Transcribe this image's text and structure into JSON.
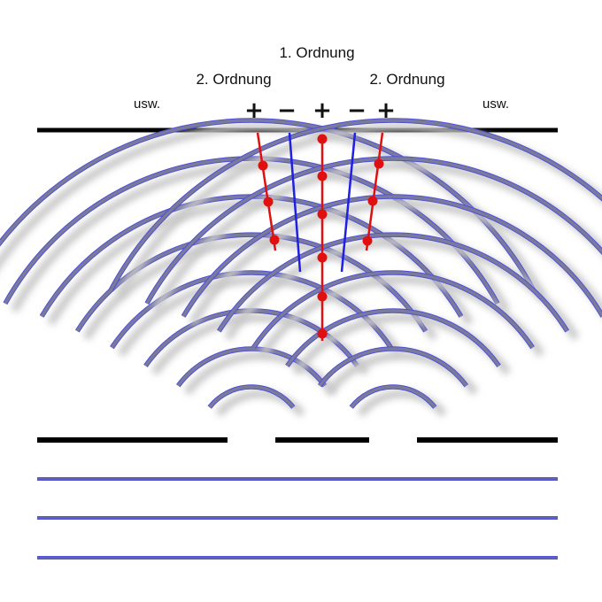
{
  "labels": {
    "first_order": "1. Ordnung",
    "second_order_left": "2. Ordnung",
    "second_order_right": "2. Ordnung",
    "etc_left": "usw.",
    "etc_right": "usw."
  },
  "signs": [
    "+",
    "−",
    "+",
    "−",
    "+"
  ],
  "colors": {
    "wave": "#7a7a9c",
    "wave_edge": "#5050d8",
    "maxima_line": "#e01010",
    "minima_line": "#2020e0",
    "screen": "#000000",
    "incoming_wave": "#6060b8"
  }
}
